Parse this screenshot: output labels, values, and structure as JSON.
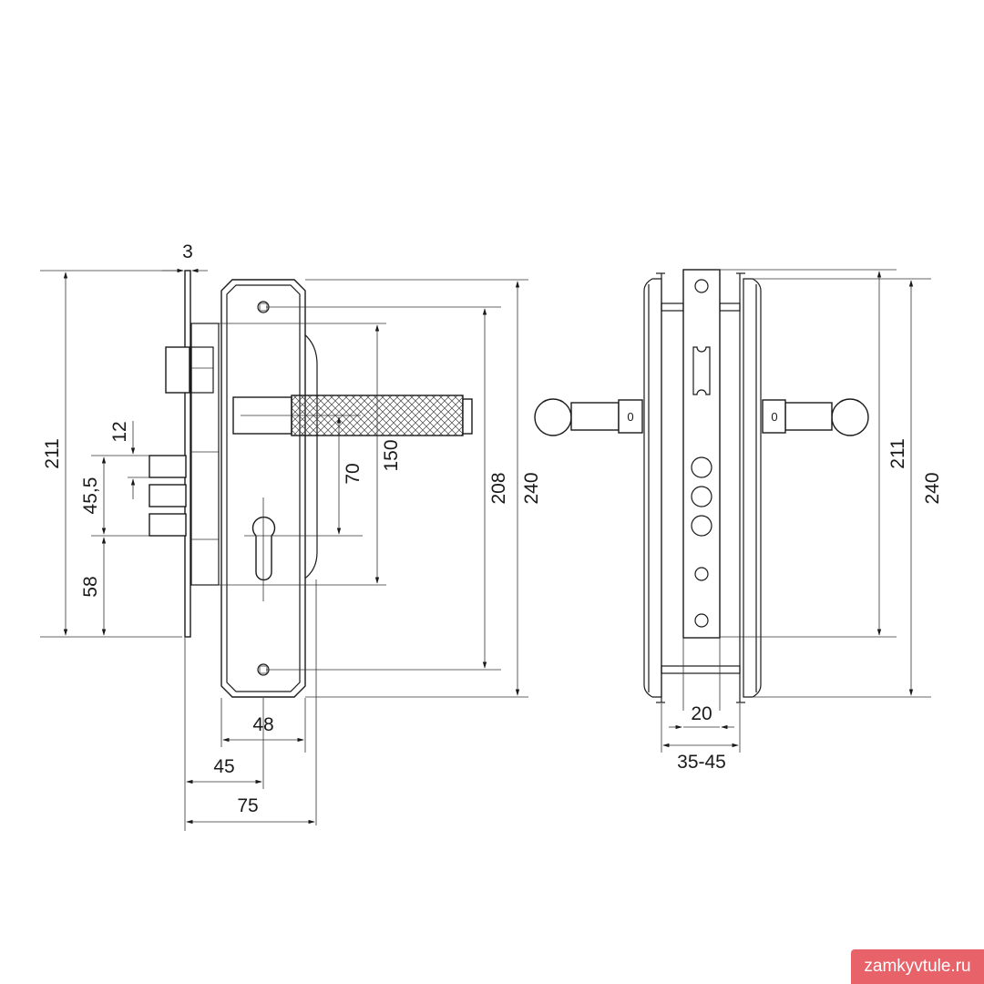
{
  "dimensions": {
    "plate_thickness": "3",
    "lock_height_left": "211",
    "bolt_spacing": "12",
    "bolt_span": "45,5",
    "bottom_offset": "58",
    "spindle_to_cylinder": "70",
    "spindle_total": "150",
    "screw_spacing_left": "208",
    "plate_height_left": "240",
    "plate_width": "48",
    "backset": "45",
    "total_width": "75",
    "lock_height_right": "211",
    "plate_height_right": "240",
    "faceplate_width": "20",
    "door_thickness": "35-45"
  },
  "knob_labels": {
    "left": "0",
    "right": "0"
  },
  "watermark": {
    "text": "zamkyvtule.ru"
  },
  "colors": {
    "line": "#1a1a1a",
    "watermark_bg": "#e8626a",
    "watermark_text": "#ffffff"
  }
}
